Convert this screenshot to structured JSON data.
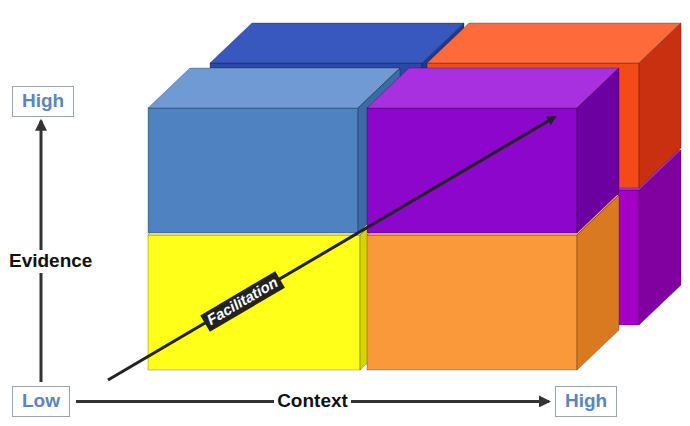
{
  "diagram": {
    "nodes": [
      {
        "text": [
          "High"
        ]
      },
      {
        "text": [
          "Low"
        ]
      },
      {
        "text": [
          "High"
        ]
      }
    ],
    "edges": [
      {
        "from": 1,
        "to": 0,
        "arrow": "to",
        "label": "Evidence"
      },
      {
        "from": 1,
        "to": 2,
        "arrow": "to",
        "label": "Context"
      }
    ],
    "labels": [
      "Facilitation"
    ]
  }
}
